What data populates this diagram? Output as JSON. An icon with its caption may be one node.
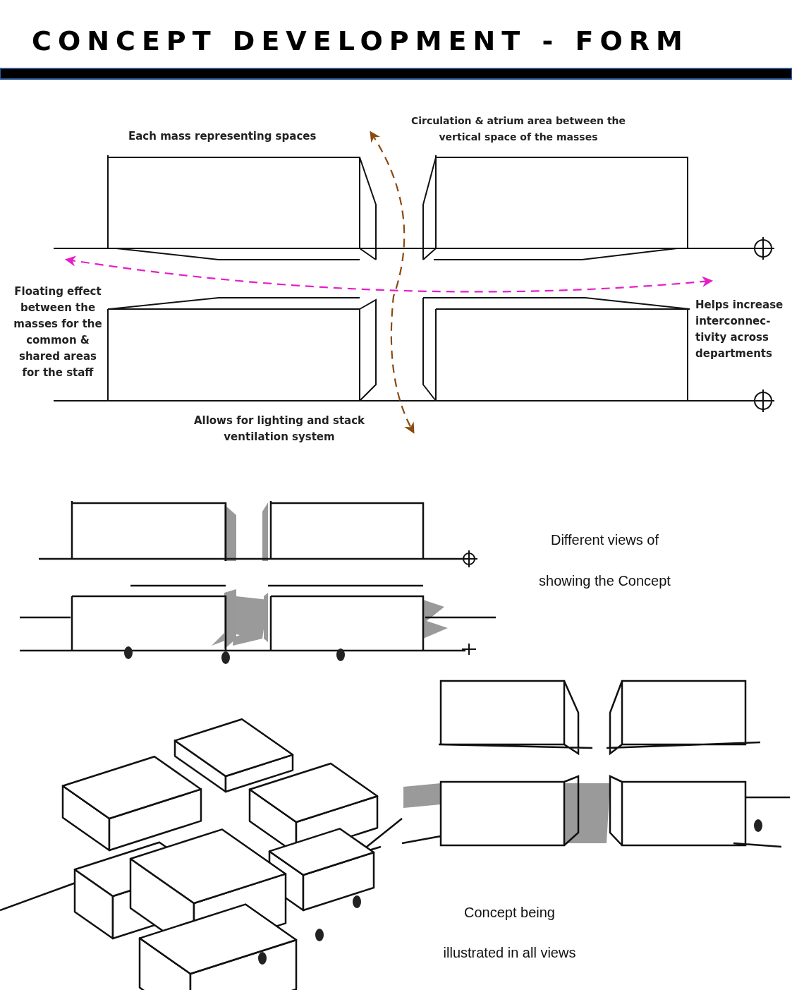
{
  "diagram": {
    "title": "CONCEPT DEVELOPMENT - FORM",
    "labels": [
      "Each mass representing spaces",
      "Circulation & atrium area between the vertical space of the masses",
      "Floating effect between the masses for the common & shared areas for the staff",
      "Helps increase interconnec- tivity across departments",
      "Allows for lighting and stack ventilation system",
      "Different views of",
      "showing the Concept",
      "Concept being",
      "illustrated in all views"
    ]
  }
}
